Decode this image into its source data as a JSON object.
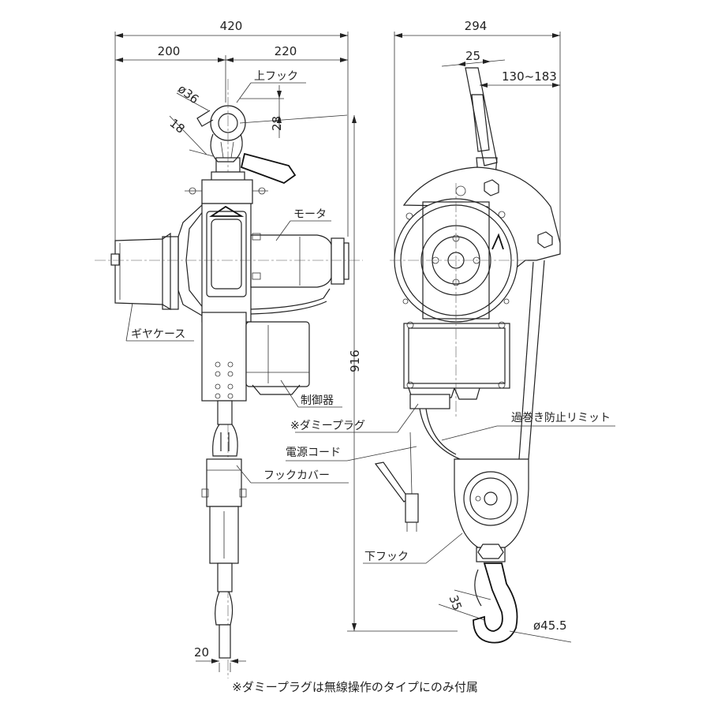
{
  "dimensions": {
    "total_width": "420",
    "left_width": "200",
    "right_width": "220",
    "top_hook_dia": "ø36",
    "top_hook_thick": "18",
    "top_hook_offset": "28",
    "side_width": "294",
    "cable_width": "25",
    "cable_range": "130~183",
    "height": "916",
    "bottom_width": "20",
    "lower_hook_throat": "35",
    "lower_hook_dia": "ø45.5"
  },
  "labels": {
    "upper_hook": "上フック",
    "motor": "モータ",
    "gear_case": "ギヤケース",
    "controller": "制御器",
    "dummy_plug": "※ダミープラグ",
    "overwind_limit": "過巻き防止リミット",
    "power_cord": "電源コード",
    "hook_cover": "フックカバー",
    "lower_hook": "下フック"
  },
  "footnote": "※ダミープラグは無線操作のタイプにのみ付属"
}
